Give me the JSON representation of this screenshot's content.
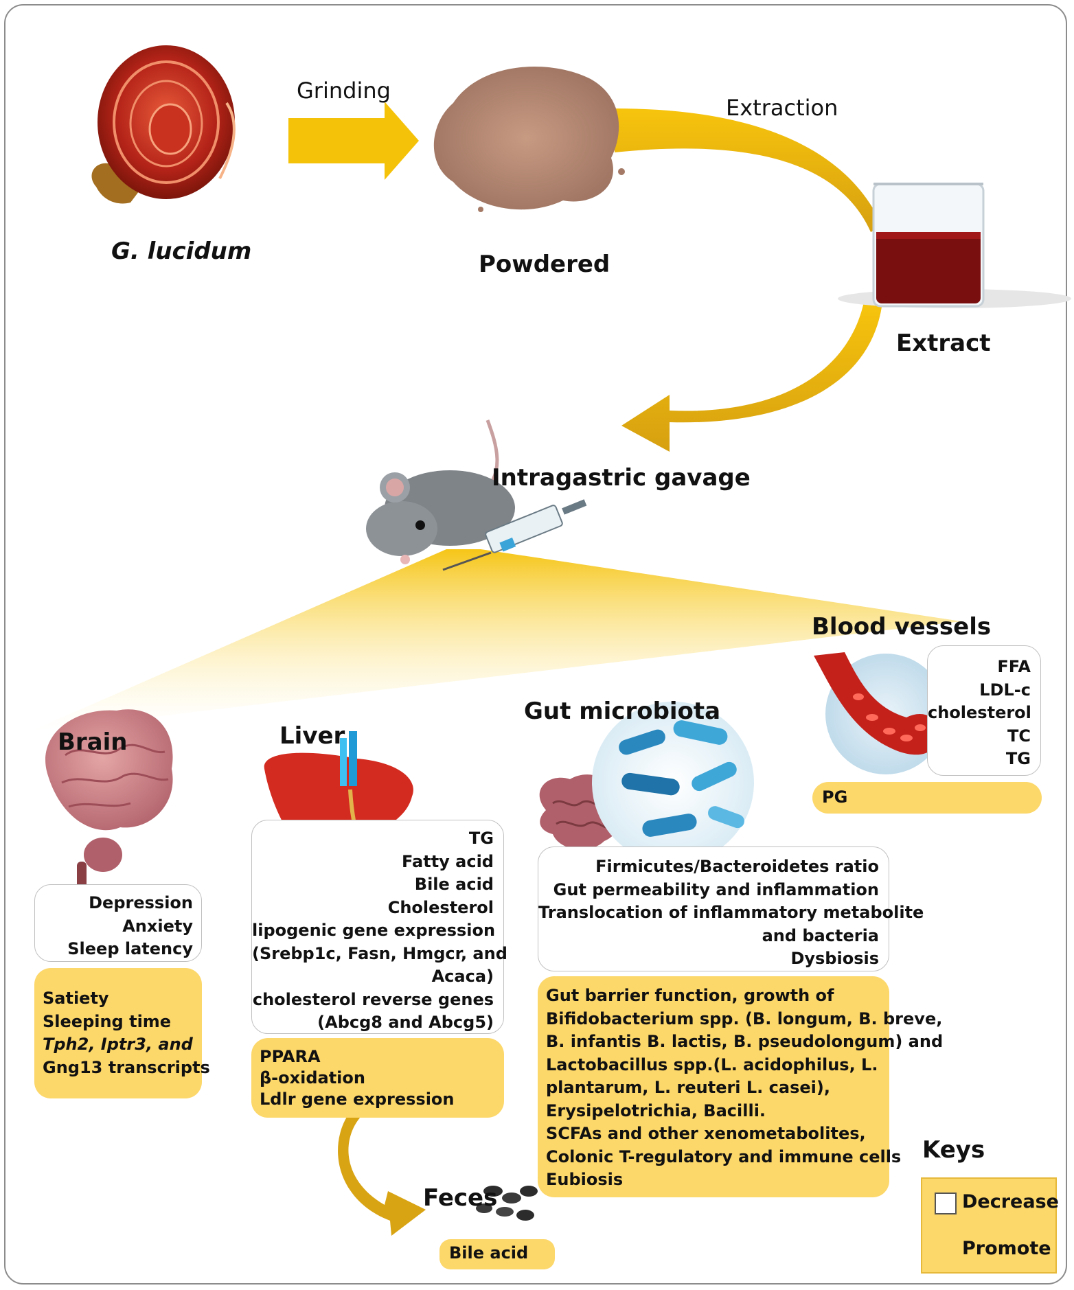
{
  "steps": {
    "source": "G. lucidum",
    "grinding": "Grinding",
    "powdered": "Powdered",
    "extraction": "Extraction",
    "extract": "Extract",
    "gavage": "Intragastric gavage"
  },
  "organs": {
    "brain": {
      "title": "Brain",
      "decrease": [
        "Depression",
        "Anxiety",
        "Sleep latency"
      ],
      "promote": [
        "Satiety",
        "Sleeping time",
        "Tph2, Iptr3, and",
        "Gng13 transcripts"
      ]
    },
    "liver": {
      "title": "Liver",
      "decrease": [
        "TG",
        "Fatty acid",
        "Bile acid",
        "Cholesterol",
        "lipogenic gene expression",
        "(Srebp1c, Fasn, Hmgcr, and",
        "Acaca)",
        "cholesterol reverse genes",
        "(Abcg8 and Abcg5)"
      ],
      "promote": [
        "PPARA",
        "β-oxidation",
        "Ldlr gene expression"
      ]
    },
    "gut": {
      "title": "Gut microbiota",
      "decrease": [
        "Firmicutes/Bacteroidetes ratio",
        "Gut permeability and inflammation",
        "Translocation of inflammatory metabolite",
        "and bacteria",
        "Dysbiosis"
      ],
      "promote": [
        "Gut barrier function, growth of",
        "Bifidobacterium spp. (B. longum, B. breve,",
        "B. infantis B. lactis, B. pseudolongum) and",
        "Lactobacillus spp.(L. acidophilus, L.",
        "plantarum, L. reuteri L. casei),",
        "Erysipelotrichia, Bacilli.",
        "SCFAs and other xenometabolites,",
        "Colonic T-regulatory and immune cells",
        "Eubiosis"
      ]
    },
    "blood": {
      "title": "Blood vessels",
      "decrease": [
        "FFA",
        "LDL-c",
        "cholesterol",
        "TC",
        "TG"
      ],
      "promote": [
        "PG"
      ]
    },
    "feces": {
      "title": "Feces",
      "promote": [
        "Bile acid"
      ]
    }
  },
  "keys": {
    "title": "Keys",
    "decrease": "Decrease",
    "promote": "Promote"
  },
  "colors": {
    "arrow": "#f5c20a",
    "promote": "#fcd76a",
    "decrease_border": "#c0c0c0"
  },
  "icons": [
    "mushroom-icon",
    "powder-icon",
    "beaker-icon",
    "mouse-icon",
    "syringe-icon",
    "brain-icon",
    "liver-icon",
    "intestine-icon",
    "bacteria-icon",
    "blood-vessel-icon",
    "feces-icon"
  ]
}
